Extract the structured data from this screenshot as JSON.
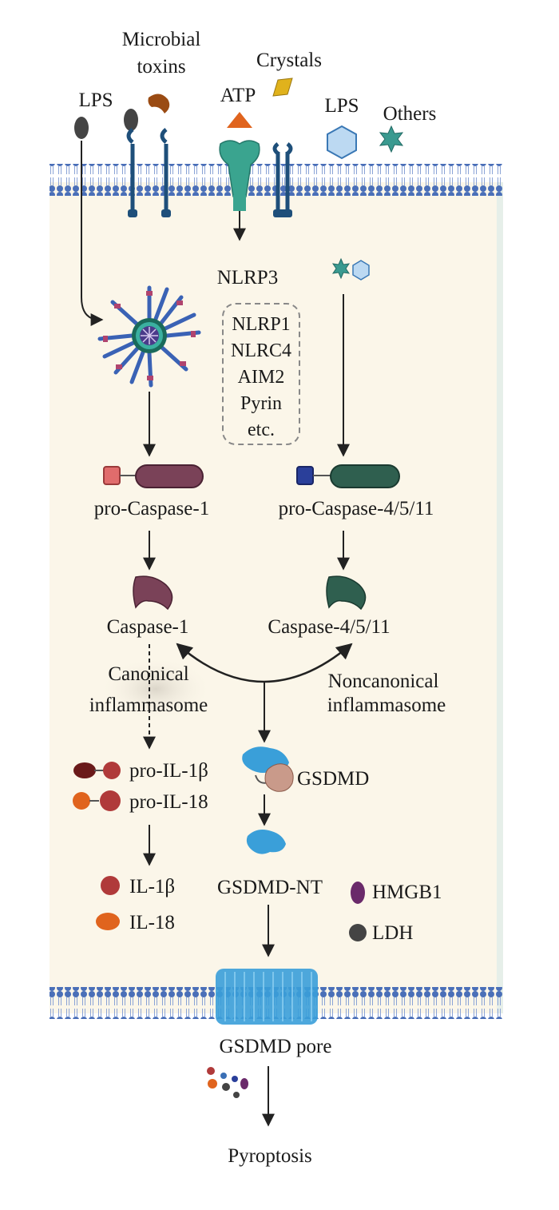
{
  "stimuli": {
    "microbial_toxins_line1": "Microbial",
    "microbial_toxins_line2": "toxins",
    "crystals": "Crystals",
    "lps_left": "LPS",
    "atp": "ATP",
    "lps_right": "LPS",
    "others": "Others"
  },
  "sensors": {
    "nlrp3": "NLRP3",
    "others": [
      "NLRP1",
      "NLRC4",
      "AIM2",
      "Pyrin",
      "etc."
    ]
  },
  "caspases": {
    "pro_caspase_1": "pro-Caspase-1",
    "pro_caspase_4_5_11": "pro-Caspase-4/5/11",
    "caspase_1": "Caspase-1",
    "caspase_4_5_11": "Caspase-4/5/11"
  },
  "pathways": {
    "canonical_line1": "Canonical",
    "canonical_line2": "inflammasome",
    "noncanonical_line1": "Noncanonical",
    "noncanonical_line2": "inflammasome"
  },
  "cytokines": {
    "pro_il_1b": "pro-IL-1β",
    "pro_il_18": "pro-IL-18",
    "il_1b": "IL-1β",
    "il_18": "IL-18"
  },
  "gasdermin": {
    "gsdmd": "GSDMD",
    "gsdmd_nt": "GSDMD-NT",
    "pore": "GSDMD pore"
  },
  "released": {
    "hmgb1": "HMGB1",
    "ldh": "LDH"
  },
  "outcome": "Pyroptosis",
  "colors": {
    "cytoplasm": "#fbf6e9",
    "membrane": "#4a6fb8",
    "caspase1": "#7a4258",
    "caspase4": "#2f5f4f",
    "gsdmd": "#3a9fd9",
    "il1b": "#b03a3a",
    "il18": "#e0641e",
    "hmgb1": "#6a2a6a",
    "ldh": "#444444"
  }
}
